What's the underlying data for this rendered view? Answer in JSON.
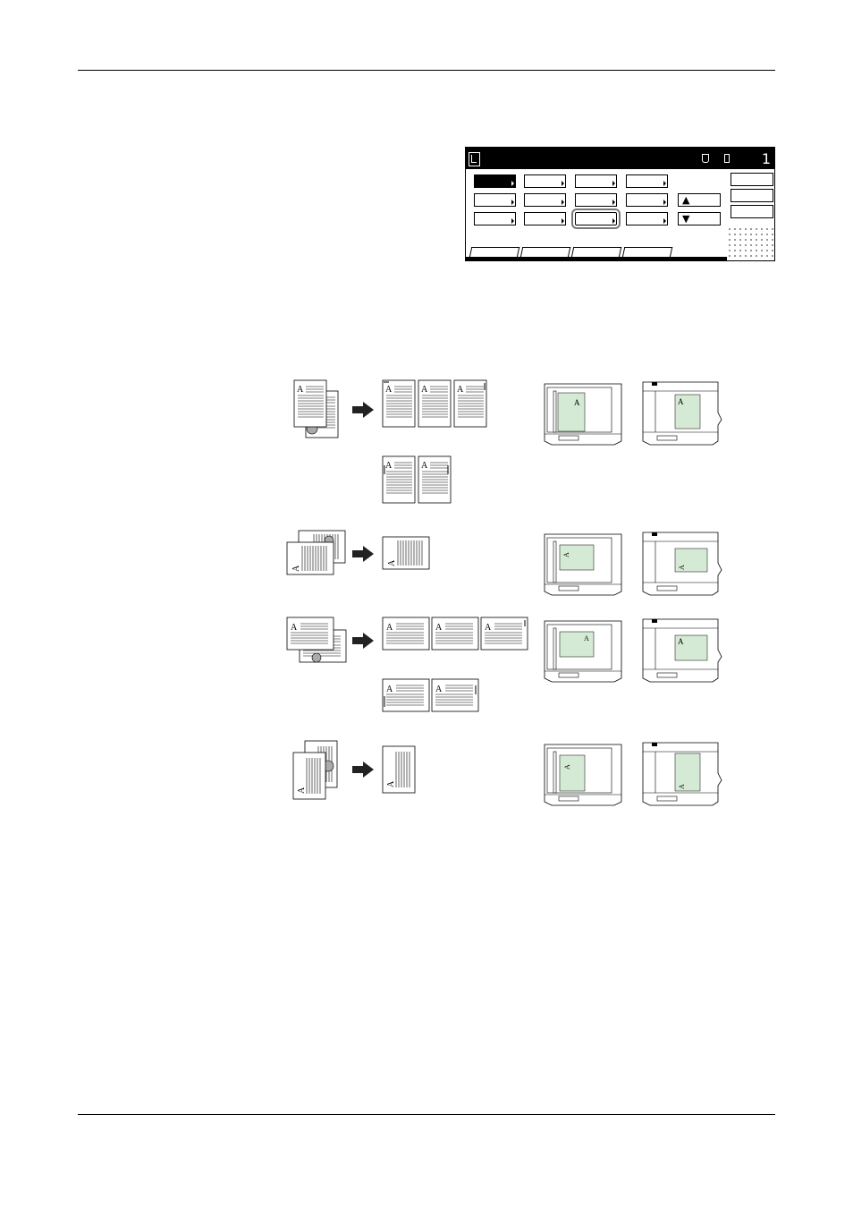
{
  "panel": {
    "counter": "1",
    "nav_up_glyph": "▲",
    "nav_down_glyph": "▼",
    "icons": [
      "document-icon",
      "power-icon",
      "memory-icon"
    ]
  },
  "figures": {
    "rows": [
      "portrait-book-original",
      "landscape-top-binding",
      "landscape-book-original",
      "portrait-top-binding"
    ],
    "page_letter": "A",
    "highlight_color": "#d5ead5"
  }
}
